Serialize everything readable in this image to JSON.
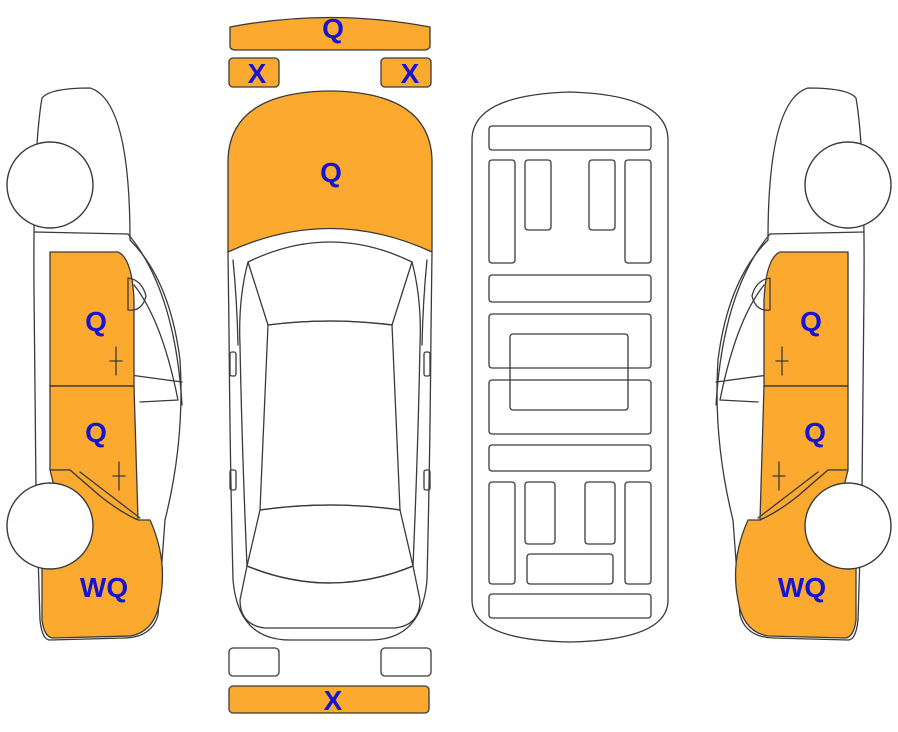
{
  "colors": {
    "marked": "#fbaa2f",
    "unmarked": "#ffffff",
    "outline": "#3a3a3a",
    "label": "#1414d2"
  },
  "panels": {
    "front_bumper": {
      "label": "Q",
      "marked": true
    },
    "left_fog": {
      "label": "X",
      "marked": true
    },
    "right_fog": {
      "label": "X",
      "marked": true
    },
    "hood": {
      "label": "Q",
      "marked": true
    },
    "rear_bumper": {
      "label": "X",
      "marked": true
    },
    "left_front_door": {
      "label": "Q",
      "marked": true
    },
    "left_rear_door": {
      "label": "Q",
      "marked": true
    },
    "left_rear_quarter": {
      "label": "WQ",
      "marked": true
    },
    "right_front_door": {
      "label": "Q",
      "marked": true
    },
    "right_rear_door": {
      "label": "Q",
      "marked": true
    },
    "right_rear_quarter": {
      "label": "WQ",
      "marked": true
    }
  }
}
